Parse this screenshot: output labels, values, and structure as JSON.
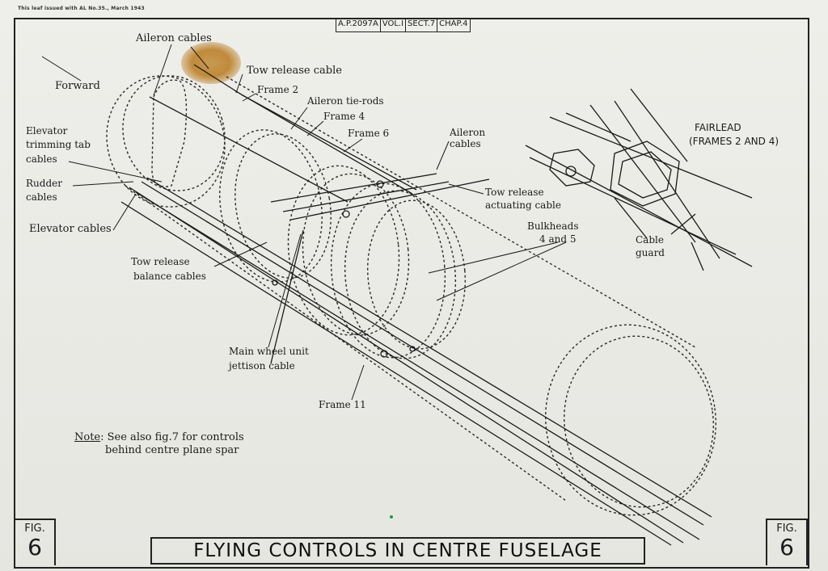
{
  "issue_note": "This leaf issued with AL No.35., March 1943",
  "reference": [
    "A.P.2097A",
    "VOL.I",
    "SECT.7",
    "CHAP.4"
  ],
  "title": "FLYING CONTROLS IN CENTRE FUSELAGE",
  "fig_label": "FIG.",
  "fig_number": "6",
  "inset": {
    "title_line1": "FAIRLEAD",
    "title_line2": "(FRAMES 2 AND 4)",
    "cable_guard_line1": "Cable",
    "cable_guard_line2": "guard"
  },
  "labels": {
    "aileron_cables_top": "Aileron cables",
    "forward": "Forward",
    "tow_release_cable": "Tow release cable",
    "frame2": "Frame 2",
    "aileron_tie_rods": "Aileron tie-rods",
    "frame4": "Frame 4",
    "frame6": "Frame 6",
    "aileron_cables_mid_1": "Aileron",
    "aileron_cables_mid_2": "cables",
    "elevator_trim_1": "Elevator",
    "elevator_trim_2": "trimming tab",
    "elevator_trim_3": "cables",
    "rudder_1": "Rudder",
    "rudder_2": "cables",
    "elevator_cables": "Elevator cables",
    "tow_actuating_1": "Tow release",
    "tow_actuating_2": "actuating cable",
    "bulkheads_1": "Bulkheads",
    "bulkheads_2": "4 and 5",
    "tow_balance_1": "Tow release",
    "tow_balance_2": "balance cables",
    "main_wheel_1": "Main wheel unit",
    "main_wheel_2": "jettison cable",
    "frame11": "Frame 11",
    "note_heading": "Note",
    "note_line1": ": See also fig.7 for controls",
    "note_line2": "behind centre plane spar"
  }
}
